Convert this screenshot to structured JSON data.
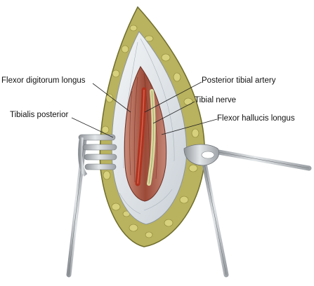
{
  "labels": {
    "flexor_digitorum_longus": "Flexor digitorum longus",
    "tibialis_posterior": "Tibialis posterior",
    "posterior_tibial_artery": "Posterior tibial artery",
    "tibial_nerve": "Tibial nerve",
    "flexor_hallucis_longus": "Flexor hallucis longus"
  },
  "colors": {
    "fat": "#b9b25e",
    "fat_dark": "#7c7a35",
    "fascia": "#e6eaee",
    "muscle": "#a85a44",
    "artery": "#b0321f",
    "nerve": "#d8d9a0",
    "retractor": "#a9adb2"
  }
}
